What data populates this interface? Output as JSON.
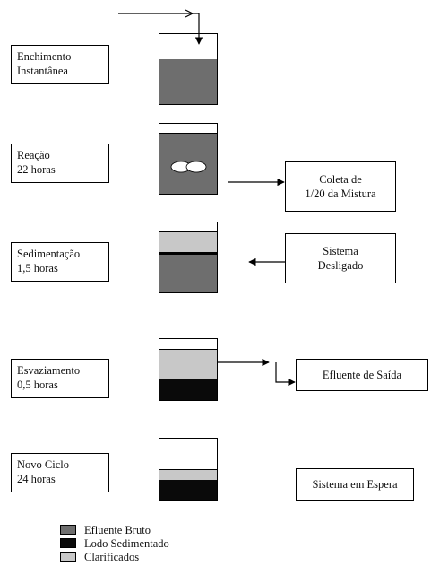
{
  "colors": {
    "efluente_bruto": "#6e6e6e",
    "lodo": "#0a0a0a",
    "clarificado": "#c8c8c8",
    "empty": "#ffffff"
  },
  "stages": [
    {
      "line1": "Enchimento",
      "line2": "Instantânea"
    },
    {
      "line1": "Reação",
      "line2": "22 horas"
    },
    {
      "line1": "Sedimentação",
      "line2": "1,5 horas"
    },
    {
      "line1": "Esvaziamento",
      "line2": "0,5 horas"
    },
    {
      "line1": "Novo Ciclo",
      "line2": "24 horas"
    }
  ],
  "side_boxes": {
    "coleta": {
      "line1": "Coleta de",
      "line2": "1/20  da Mistura"
    },
    "sistema_desligado": {
      "line1": "Sistema",
      "line2": "Desligado"
    },
    "efluente_saida": {
      "line1": "Efluente de Saída"
    },
    "sistema_espera": {
      "line1": "Sistema em Espera"
    }
  },
  "legend": [
    {
      "label": "Efluente Bruto",
      "color": "#6e6e6e"
    },
    {
      "label": "Lodo Sedimentado",
      "color": "#0a0a0a"
    },
    {
      "label": "Clarificados",
      "color": "#c8c8c8"
    }
  ]
}
